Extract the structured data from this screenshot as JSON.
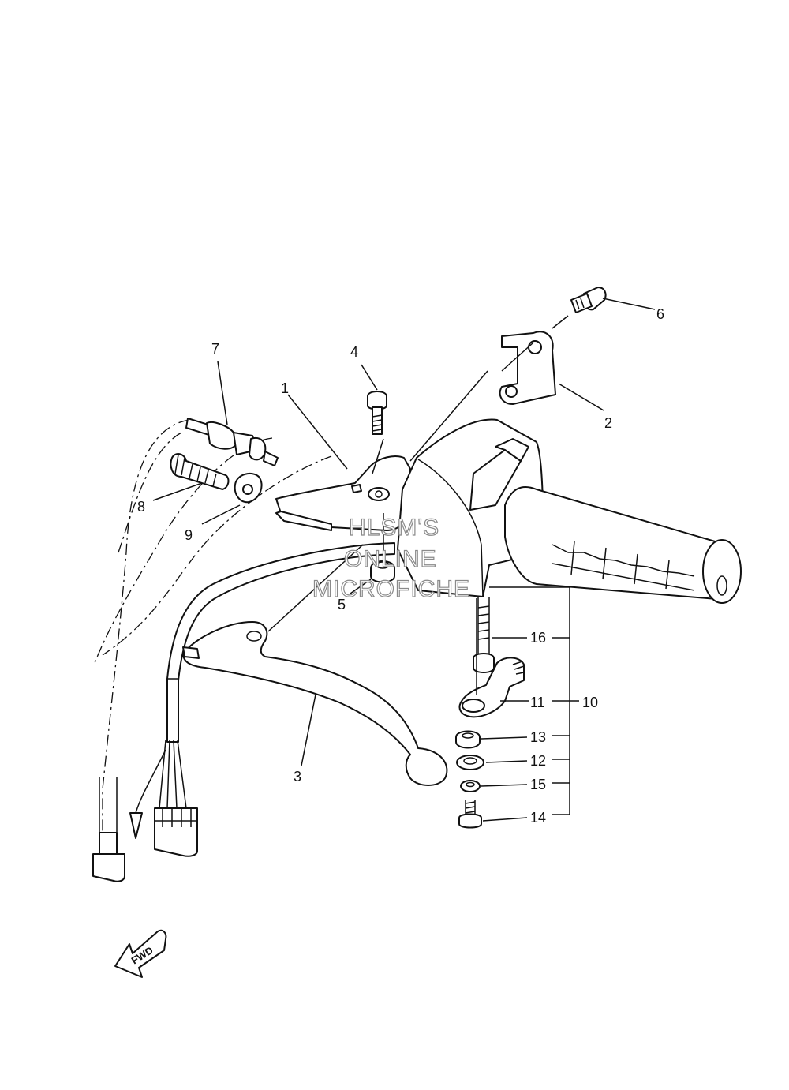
{
  "diagram": {
    "callouts": {
      "c1": "1",
      "c2": "2",
      "c3": "3",
      "c4": "4",
      "c5": "5",
      "c6": "6",
      "c7": "7",
      "c8": "8",
      "c9": "9",
      "c10": "10",
      "c11": "11",
      "c12": "12",
      "c13": "13",
      "c14": "14",
      "c15": "15",
      "c16": "16"
    },
    "watermark": {
      "line1": "HLSM'S",
      "line2": "ONLINE",
      "line3": "MICROFICHE"
    },
    "direction_label": "FWD"
  }
}
